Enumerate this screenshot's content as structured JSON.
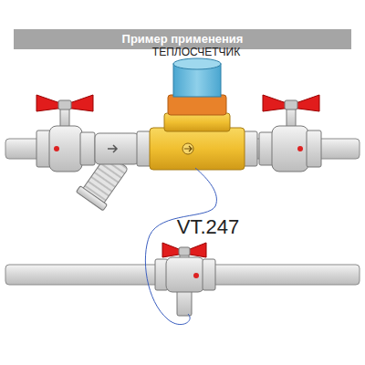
{
  "diagram": {
    "title": "Пример применения",
    "labels": [
      "ТЕПЛОСЧЕТЧИК",
      "VT.247"
    ]
  }
}
